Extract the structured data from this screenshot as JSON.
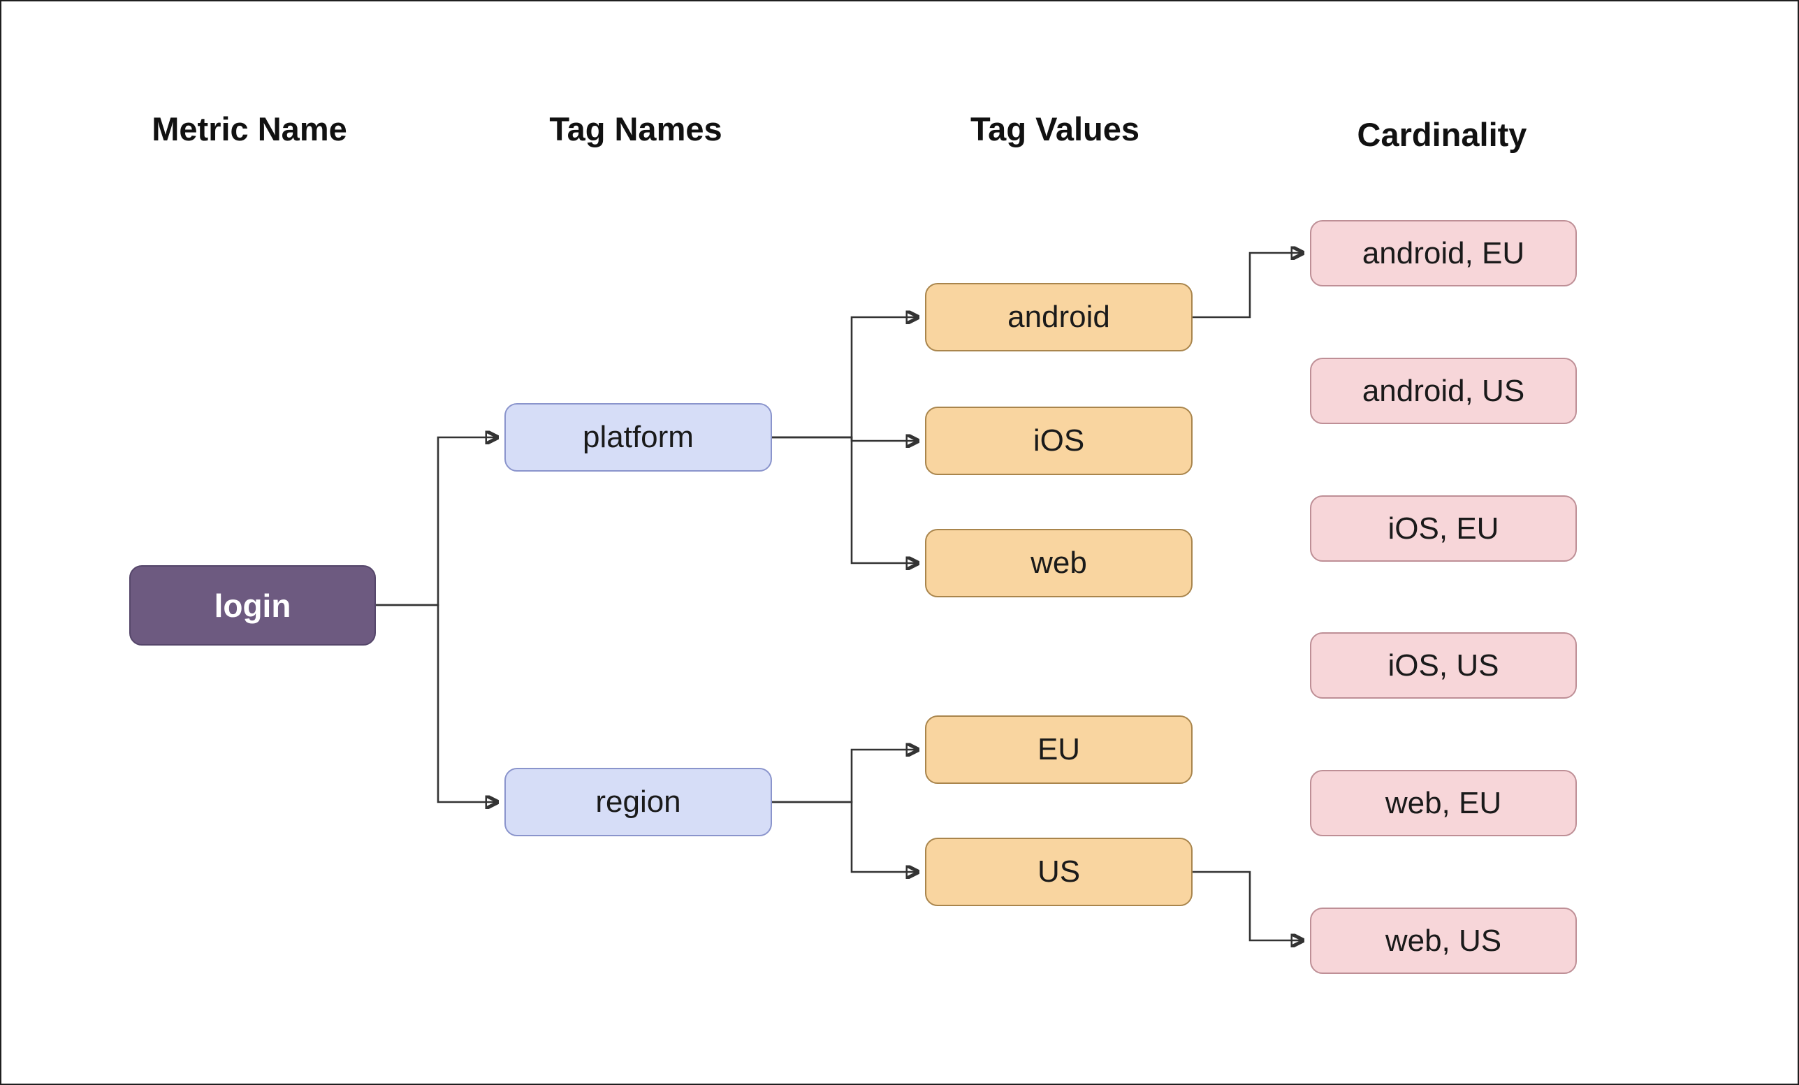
{
  "columns": {
    "metric_name": "Metric Name",
    "tag_names": "Tag Names",
    "tag_values": "Tag Values",
    "cardinality": "Cardinality"
  },
  "nodes": {
    "login": "login",
    "platform": "platform",
    "region": "region",
    "android": "android",
    "ios": "iOS",
    "web": "web",
    "eu": "EU",
    "us": "US",
    "android_eu": "android, EU",
    "android_us": "android, US",
    "ios_eu": "iOS, EU",
    "ios_us": "iOS, US",
    "web_eu": "web, EU",
    "web_us": "web, US"
  },
  "edges": [
    {
      "from": "login",
      "to": "platform"
    },
    {
      "from": "login",
      "to": "region"
    },
    {
      "from": "platform",
      "to": "android"
    },
    {
      "from": "platform",
      "to": "iOS"
    },
    {
      "from": "platform",
      "to": "web"
    },
    {
      "from": "region",
      "to": "EU"
    },
    {
      "from": "region",
      "to": "US"
    },
    {
      "from": "android",
      "to": "android, EU"
    },
    {
      "from": "US",
      "to": "web, US"
    }
  ],
  "colors": {
    "metric_fill": "#6D5A80",
    "metric_text": "#FFFFFF",
    "tag_name_fill": "#D6DDF7",
    "tag_name_border": "#8A94CC",
    "tag_value_fill": "#F9D5A0",
    "tag_value_border": "#A9854C",
    "cardinality_fill": "#F7D6D9",
    "cardinality_border": "#BE8F96",
    "edge": "#333333",
    "background": "#FFFFFF"
  }
}
